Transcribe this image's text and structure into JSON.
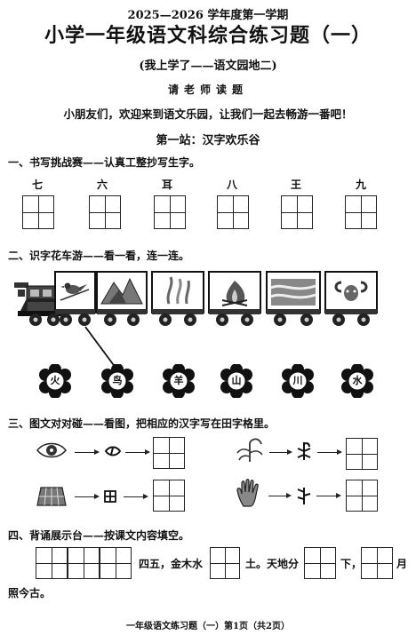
{
  "header": {
    "term": "2025—2026 学年度第一学期",
    "title": "小学一年级语文科综合练习题（一）",
    "subtitle": "(我上学了——语文园地二)",
    "teacher_reads": "请老师读题",
    "welcome": "小朋友们，欢迎来到语文乐园，让我们一起去畅游一番吧！",
    "station": "第一站：汉字欢乐谷"
  },
  "section1": {
    "title": "一、书写挑战赛——认真工整抄写生字。",
    "chars": [
      "七",
      "六",
      "耳",
      "八",
      "王",
      "九"
    ]
  },
  "section2": {
    "title": "二、识字花车游——看一看，连一连。",
    "cart_icons": [
      "bird-picture-icon",
      "mountain-picture-icon",
      "grain-picture-icon",
      "fire-picture-icon",
      "river-picture-icon",
      "goat-picture-icon"
    ],
    "flowers": [
      "火",
      "鸟",
      "羊",
      "山",
      "川",
      "水"
    ]
  },
  "section3": {
    "title": "三、图文对对碰——看图，把相应的汉字写在田字格里。",
    "items": [
      {
        "picture": "eye-picture-icon",
        "ancient": "目"
      },
      {
        "picture": "grain-plant-picture-icon",
        "ancient": "禾"
      },
      {
        "picture": "field-picture-icon",
        "ancient": "田"
      },
      {
        "picture": "hand-picture-icon",
        "ancient": "手"
      }
    ]
  },
  "section4": {
    "title": "四、背诵展示台——按课文内容填空。",
    "text1": "四五，金木水",
    "text2": "土。天地分",
    "text3": "下，",
    "text4": "月",
    "text5": "照今古。"
  },
  "footer": {
    "text": "一年级语文练习题（一）第1页（共2页）"
  }
}
